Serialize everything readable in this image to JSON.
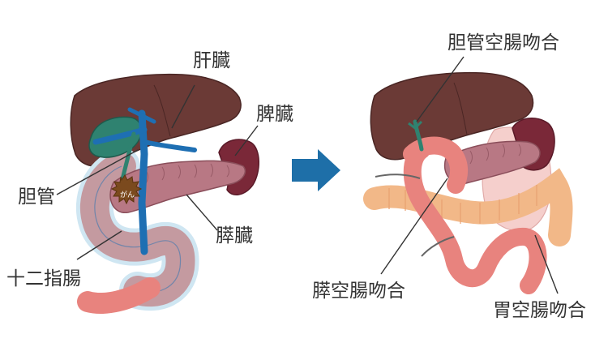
{
  "labels": {
    "liver": "肝臓",
    "spleen": "脾臓",
    "bile_duct": "胆管",
    "pancreas": "膵臓",
    "duodenum": "十二指腸",
    "cancer": "がん",
    "hepaticojejunostomy": "胆管空腸吻合",
    "pancreaticojejunostomy": "膵空腸吻合",
    "gastrojejunostomy": "胃空腸吻合"
  },
  "colors": {
    "liver": "#6b3a36",
    "spleen": "#7a2838",
    "pancreas": "#b87884",
    "gallbladder": "#2f8270",
    "vessel": "#1e6fb3",
    "duodenum": "#c49aa0",
    "jejunum": "#e8837e",
    "colon": "#f2b888",
    "stomach": "#f5cfcc",
    "tumor": "#7b4a1e",
    "arrow": "#1e6fa8"
  }
}
